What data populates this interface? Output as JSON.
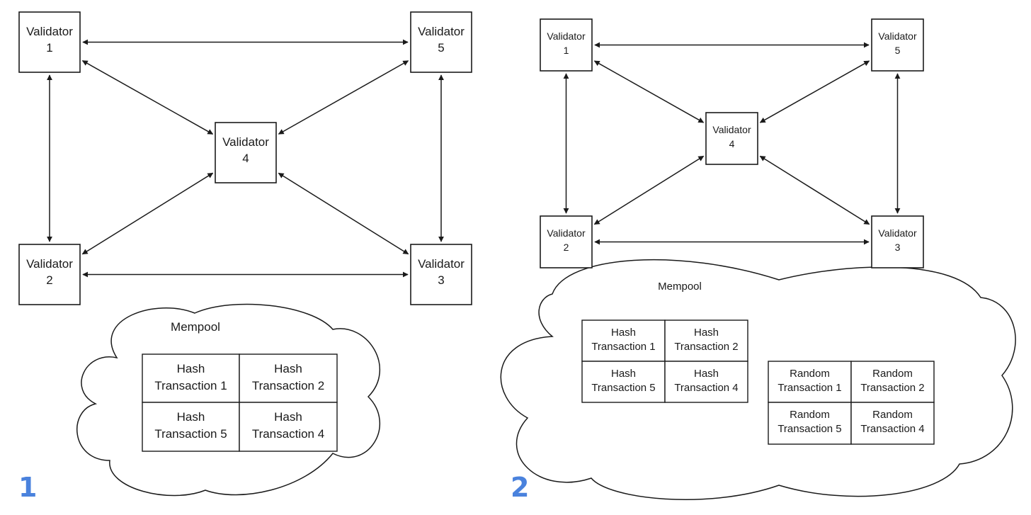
{
  "panels": [
    {
      "number": "1",
      "validators": [
        {
          "id": "v1",
          "name": "Validator",
          "num": "1"
        },
        {
          "id": "v5",
          "name": "Validator",
          "num": "5"
        },
        {
          "id": "v4",
          "name": "Validator",
          "num": "4"
        },
        {
          "id": "v2",
          "name": "Validator",
          "num": "2"
        },
        {
          "id": "v3",
          "name": "Validator",
          "num": "3"
        }
      ],
      "connections": [
        [
          "v1",
          "v5"
        ],
        [
          "v1",
          "v2"
        ],
        [
          "v1",
          "v4"
        ],
        [
          "v5",
          "v4"
        ],
        [
          "v5",
          "v3"
        ],
        [
          "v4",
          "v2"
        ],
        [
          "v4",
          "v3"
        ],
        [
          "v2",
          "v3"
        ]
      ],
      "mempool": {
        "label": "Mempool",
        "tables": [
          {
            "id": "hash",
            "cells": [
              [
                "Hash",
                "Transaction 1"
              ],
              [
                "Hash",
                "Transaction 2"
              ],
              [
                "Hash",
                "Transaction 5"
              ],
              [
                "Hash",
                "Transaction 4"
              ]
            ]
          }
        ]
      }
    },
    {
      "number": "2",
      "validators": [
        {
          "id": "v1",
          "name": "Validator",
          "num": "1"
        },
        {
          "id": "v5",
          "name": "Validator",
          "num": "5"
        },
        {
          "id": "v4",
          "name": "Validator",
          "num": "4"
        },
        {
          "id": "v2",
          "name": "Validator",
          "num": "2"
        },
        {
          "id": "v3",
          "name": "Validator",
          "num": "3"
        }
      ],
      "connections": [
        [
          "v1",
          "v5"
        ],
        [
          "v1",
          "v2"
        ],
        [
          "v1",
          "v4"
        ],
        [
          "v5",
          "v4"
        ],
        [
          "v5",
          "v3"
        ],
        [
          "v4",
          "v2"
        ],
        [
          "v4",
          "v3"
        ],
        [
          "v2",
          "v3"
        ]
      ],
      "mempool": {
        "label": "Mempool",
        "tables": [
          {
            "id": "hash",
            "cells": [
              [
                "Hash",
                "Transaction 1"
              ],
              [
                "Hash",
                "Transaction 2"
              ],
              [
                "Hash",
                "Transaction 5"
              ],
              [
                "Hash",
                "Transaction 4"
              ]
            ]
          },
          {
            "id": "random",
            "cells": [
              [
                "Random",
                "Transaction 1"
              ],
              [
                "Random",
                "Transaction 2"
              ],
              [
                "Random",
                "Transaction 5"
              ],
              [
                "Random",
                "Transaction 4"
              ]
            ]
          }
        ]
      }
    }
  ]
}
